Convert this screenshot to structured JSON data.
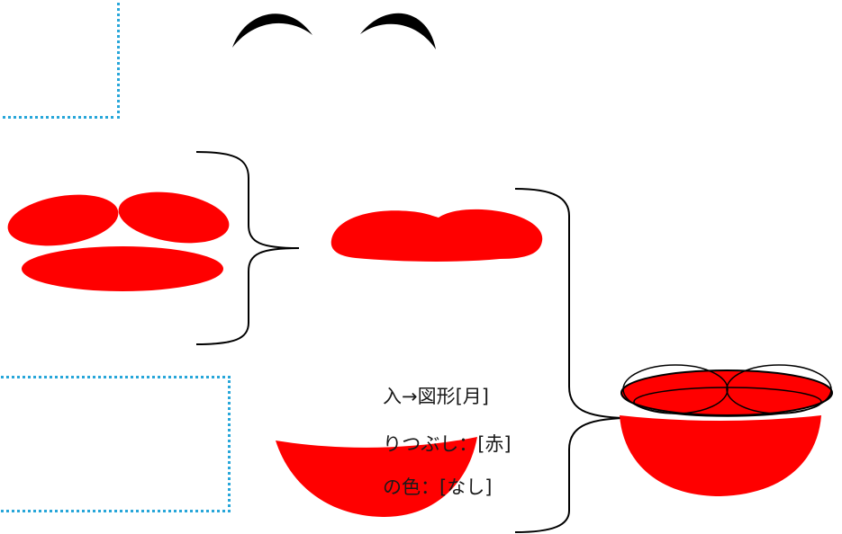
{
  "instructions": {
    "line1": "入→図形[月]",
    "line2": "りつぶし：[赤]",
    "line3": "の色：[なし]"
  },
  "colors": {
    "shape_fill": "#ff0000",
    "eyebrow_fill": "#000000",
    "outline": "#000000",
    "callout_border": "#27a6d9",
    "background": "#ffffff"
  },
  "shapes": {
    "eyebrows": "crescent-moon-shape",
    "lips": "ellipse-shapes",
    "lower_lip": "moon-shape"
  }
}
